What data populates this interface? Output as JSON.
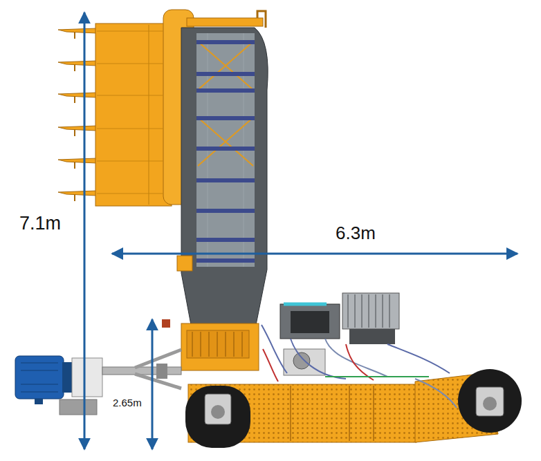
{
  "diagram": {
    "labels": [
      "7.1m",
      "6.3m",
      "2.65m"
    ]
  }
}
